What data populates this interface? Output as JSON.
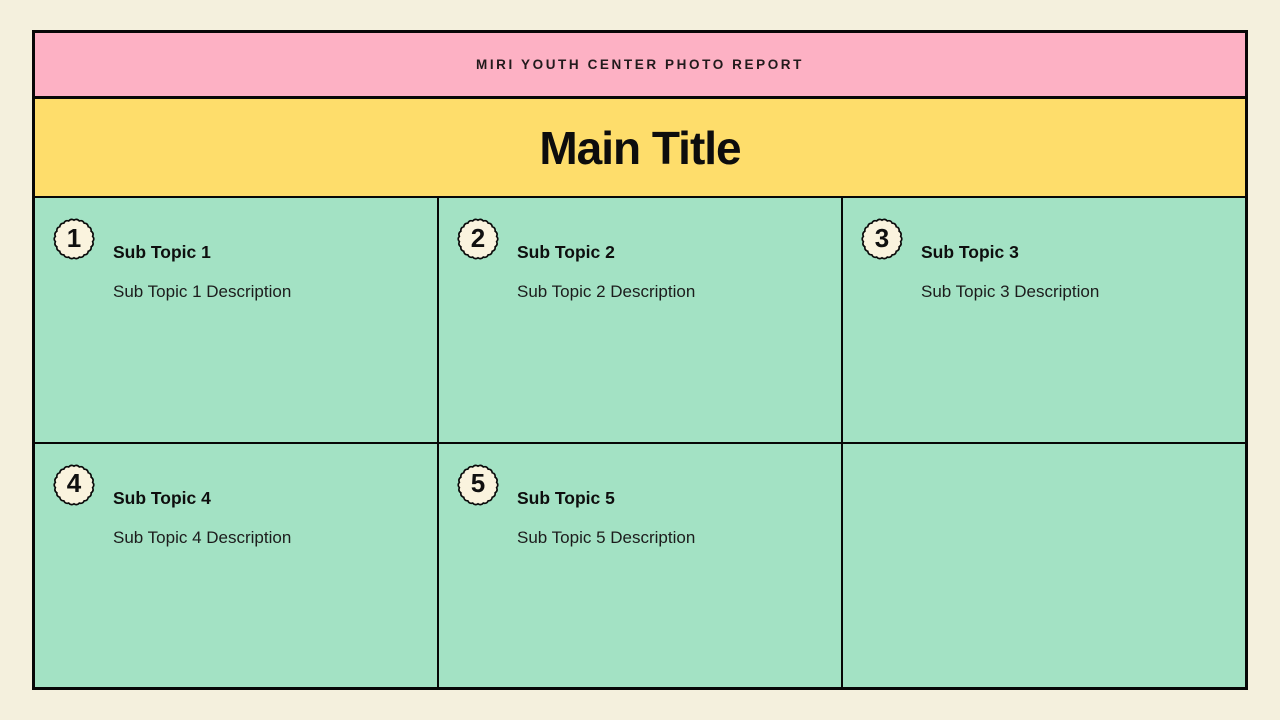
{
  "colors": {
    "page_background": "#f4f0dd",
    "header_band": "#fdb1c4",
    "title_band": "#fedd6b",
    "cell_background": "#a3e2c4",
    "badge_background": "#faf3de",
    "line": "#070707"
  },
  "header": {
    "label": "MIRI YOUTH CENTER PHOTO REPORT"
  },
  "title_band": {
    "title": "Main Title"
  },
  "grid": {
    "cells": [
      {
        "number": "1",
        "title": "Sub Topic 1",
        "description": "Sub Topic 1 Description"
      },
      {
        "number": "2",
        "title": "Sub Topic 2",
        "description": "Sub Topic 2 Description"
      },
      {
        "number": "3",
        "title": "Sub Topic 3",
        "description": "Sub Topic 3 Description"
      },
      {
        "number": "4",
        "title": "Sub Topic 4",
        "description": "Sub Topic 4 Description"
      },
      {
        "number": "5",
        "title": "Sub Topic 5",
        "description": "Sub Topic 5 Description"
      },
      {
        "number": "",
        "title": "",
        "description": ""
      }
    ]
  }
}
